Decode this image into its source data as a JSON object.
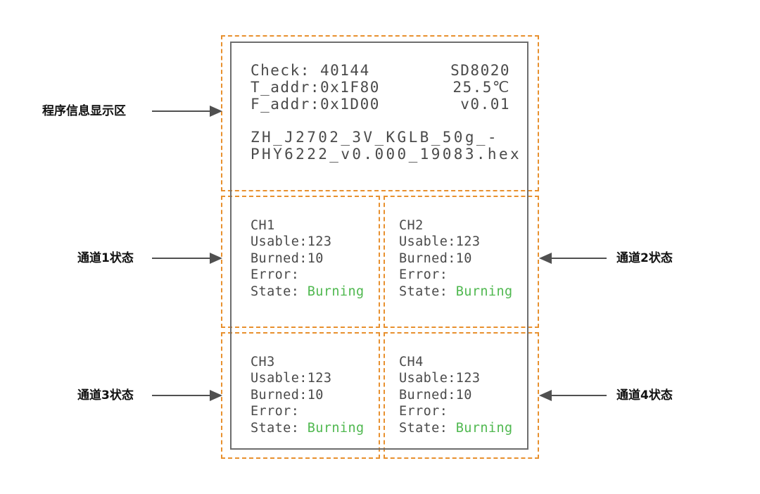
{
  "info": {
    "check": "Check: 40144",
    "model": "SD8020",
    "t_addr": "T_addr:0x1F80",
    "temp": "25.5℃",
    "f_addr": "F_addr:0x1D00",
    "version": "v0.01",
    "file_line1": "ZH_J2702_3V_KGLB_50g_-",
    "file_line2": "PHY6222_v0.000_19083.hex"
  },
  "channels": [
    {
      "name": "CH1",
      "usable": "Usable:123",
      "burned": "Burned:10",
      "error": "Error:",
      "state_label": "State: ",
      "state_value": "Burning"
    },
    {
      "name": "CH2",
      "usable": "Usable:123",
      "burned": "Burned:10",
      "error": "Error:",
      "state_label": "State: ",
      "state_value": "Burning"
    },
    {
      "name": "CH3",
      "usable": "Usable:123",
      "burned": "Burned:10",
      "error": "Error:",
      "state_label": "State: ",
      "state_value": "Burning"
    },
    {
      "name": "CH4",
      "usable": "Usable:123",
      "burned": "Burned:10",
      "error": "Error:",
      "state_label": "State: ",
      "state_value": "Burning"
    }
  ],
  "labels": {
    "program_info": "程序信息显示区",
    "ch1": "通道1状态",
    "ch2": "通道2状态",
    "ch3": "通道3状态",
    "ch4": "通道4状态"
  },
  "colors": {
    "dash_outline": "#e8902e",
    "screen_border": "#6d6d6d",
    "burning_text": "#4fb84f",
    "text": "#4a4a4a"
  }
}
